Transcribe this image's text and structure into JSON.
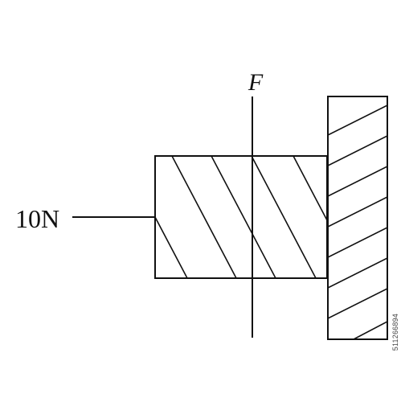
{
  "diagram": {
    "force_label": "F",
    "applied_force_label": "10N",
    "stroke_color": "#111111",
    "background_color": "#ffffff"
  },
  "side_text": "511266894"
}
